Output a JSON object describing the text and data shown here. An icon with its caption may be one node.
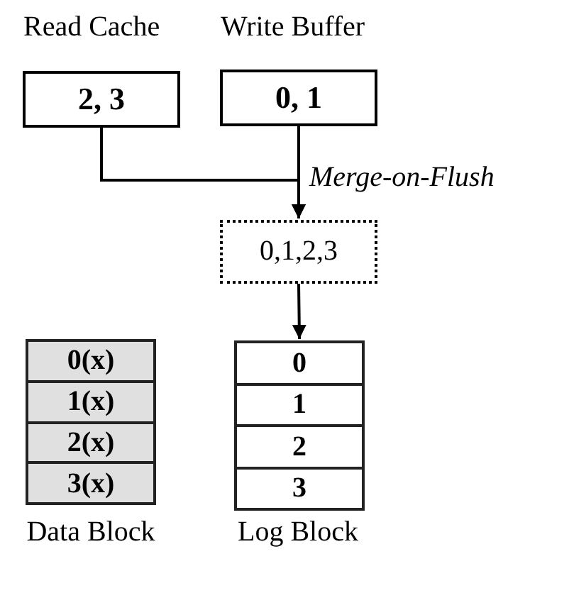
{
  "diagram": {
    "nodes": [
      {
        "text": [
          "Read Cache",
          "2, 3"
        ]
      },
      {
        "text": [
          "Write Buffer",
          "0, 1"
        ]
      },
      {
        "text": [
          "0,1,2,3"
        ]
      },
      {
        "text": [
          "Data Block"
        ]
      },
      {
        "text": [
          "0(x)"
        ],
        "in": 3
      },
      {
        "text": [
          "1(x)"
        ],
        "in": 3
      },
      {
        "text": [
          "2(x)"
        ],
        "in": 3
      },
      {
        "text": [
          "3(x)"
        ],
        "in": 3
      },
      {
        "text": [
          "Log Block"
        ]
      },
      {
        "text": [
          "0"
        ],
        "in": 8
      },
      {
        "text": [
          "1"
        ],
        "in": 8
      },
      {
        "text": [
          "2"
        ],
        "in": 8
      },
      {
        "text": [
          "3"
        ],
        "in": 8
      }
    ],
    "edges": [
      {
        "from": 0,
        "to": 2,
        "arrow": "to"
      },
      {
        "from": 1,
        "to": 2,
        "arrow": "to",
        "label": "Merge-on-Flush"
      },
      {
        "from": 2,
        "to": 8,
        "arrow": "to"
      }
    ]
  }
}
